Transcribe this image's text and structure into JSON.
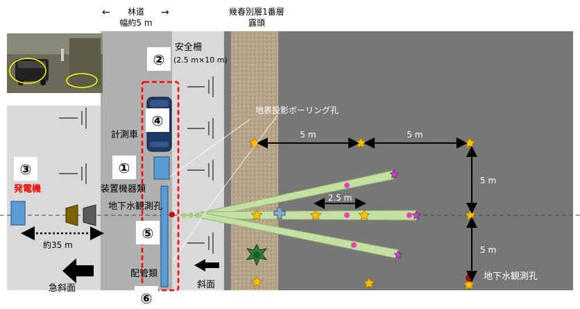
{
  "header": {
    "road_arrow_left": "←",
    "road_arrow_right": "→",
    "road_title": "林道",
    "road_width": "幅約5 m",
    "outcrop_line1": "幾春別層1番層",
    "outcrop_line2": "露頭"
  },
  "labels": {
    "safety_fence_num": "②",
    "safety_fence": "安全柵",
    "safety_fence_size": "(2.5 m×10 m)",
    "measurement_car_num": "④",
    "measurement_car": "計測車",
    "generator_num": "③",
    "generator": "発電機",
    "device_num": "①",
    "devices": "装置機器類",
    "groundwater_hole": "地下水観測孔",
    "piping_num": "⑤",
    "piping": "配管類",
    "bottom_num": "⑥",
    "distance_generator": "約35 m",
    "steep_slope": "急斜面",
    "slope": "斜面",
    "borehole_projection": "地表投影ボーリング孔",
    "groundwater_hole_right": "地下水観測孔"
  },
  "dimensions": {
    "d1": "5 m",
    "d2": "5 m",
    "d3": "2.5 m",
    "d4": "5 m",
    "d5": "5 m"
  },
  "colors": {
    "background_gray": "#d9d9d9",
    "road_gray": "#b0b0b0",
    "field_gray": "#777777",
    "outcrop_brown": "#b8a58a",
    "borehole_green": "#c5e0a5",
    "star_yellow": "#ffc000",
    "star_magenta": "#cc44cc",
    "device_blue": "#5b9bd5",
    "generator_red": "#ff0000",
    "fence_red": "#ff0000",
    "car_navy": "#1f3864"
  },
  "icons": [
    "photo-inset",
    "truck-icon",
    "car-icon",
    "star-marker",
    "arrow-icon",
    "borehole-marker"
  ]
}
